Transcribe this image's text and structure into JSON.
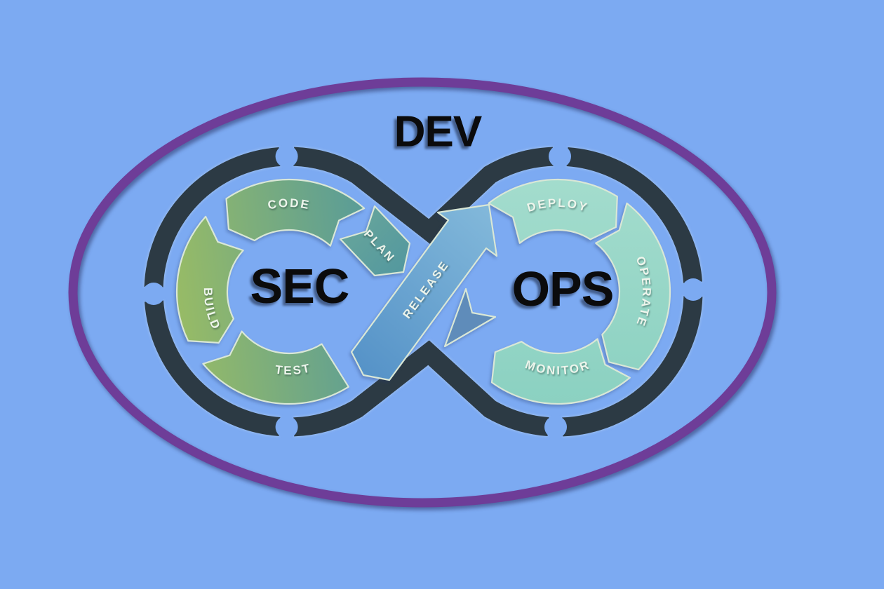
{
  "diagram": {
    "type": "devsecops-infinity-loop",
    "outer_label_top": "DEV",
    "left_loop_center_label": "SEC",
    "right_loop_center_label": "OPS",
    "stages": {
      "plan": "PLAN",
      "code": "CODE",
      "build": "BUILD",
      "test": "TEST",
      "release": "RELEASE",
      "deploy": "DEPLOY",
      "operate": "OPERATE",
      "monitor": "MONITOR"
    },
    "colors": {
      "background": "#7caaf2",
      "outer_ellipse": "#6e3d98",
      "loop_dark_ribbon": "#2c3a44",
      "dev_green_start": "#97bb66",
      "dev_green_end": "#4f97a0",
      "plan_start": "#6aa79a",
      "plan_end": "#52979f",
      "ops_mint_start": "#a3dccd",
      "ops_mint_end": "#8bd1c1",
      "release_start": "#5693c8",
      "release_end": "#82b8da",
      "cross_arrow": "#5f8cba",
      "stage_label_text": "#eef5ec",
      "big_label_text": "#0b0b0c"
    }
  }
}
